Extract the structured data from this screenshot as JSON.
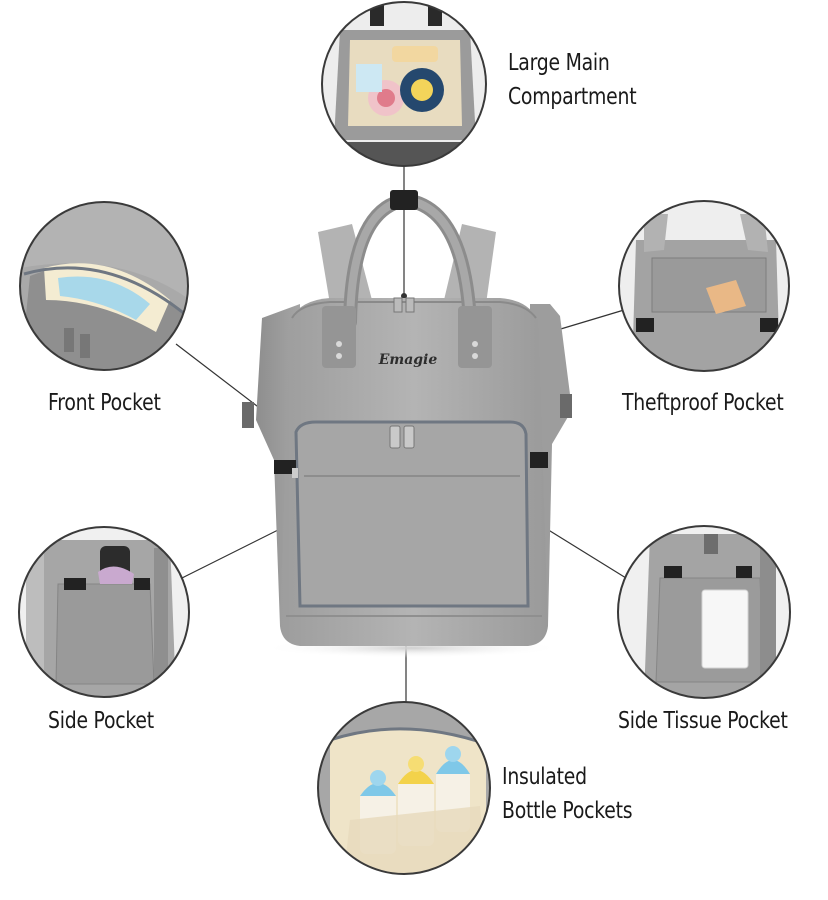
{
  "brand": "Emagie",
  "features": {
    "main_compartment": [
      "Large Main",
      "Compartment"
    ],
    "front_pocket": "Front Pocket",
    "theftproof_pocket": "Theftproof Pocket",
    "side_pocket": "Side Pocket",
    "side_tissue_pocket": "Side Tissue Pocket",
    "bottle_pockets": [
      "Insulated",
      "Bottle Pockets"
    ]
  },
  "colors": {
    "bag_gray": "#a9a9a9",
    "bag_gray_light": "#bdbdbd",
    "bag_gray_dark": "#8c8c8c",
    "zipper_trim": "#6f7782",
    "callout_line": "#333333",
    "bottle_cap_blue": "#7fc8e8",
    "bottle_cap_yellow": "#f3d24a",
    "liner_beige": "#efe4c8"
  }
}
